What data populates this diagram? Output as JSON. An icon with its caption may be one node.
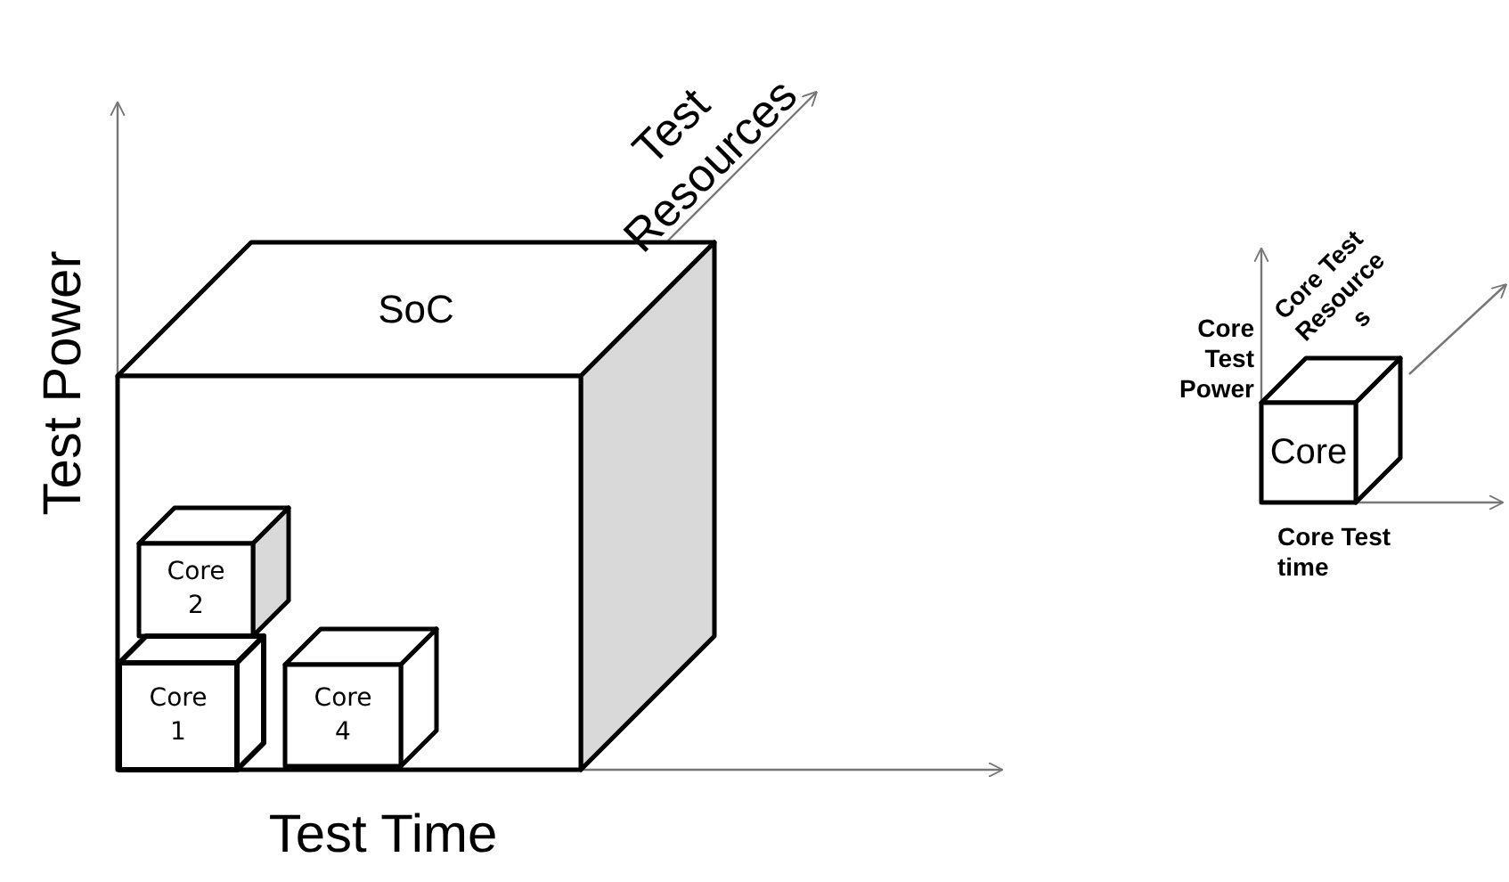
{
  "diagram": {
    "nodes": [
      {
        "text": [
          "SoC"
        ]
      },
      {
        "text": [
          "Core 2"
        ],
        "in": 0
      },
      {
        "text": [
          "Core 1"
        ],
        "in": 0
      },
      {
        "text": [
          "Core 4"
        ],
        "in": 0
      },
      {
        "text": [
          "Core"
        ]
      }
    ],
    "edges": [],
    "labels": [
      "Test Resources",
      "Test Power",
      "Core Test Resource s",
      "Core Test Power",
      "Core Test time",
      "Test Time"
    ]
  }
}
